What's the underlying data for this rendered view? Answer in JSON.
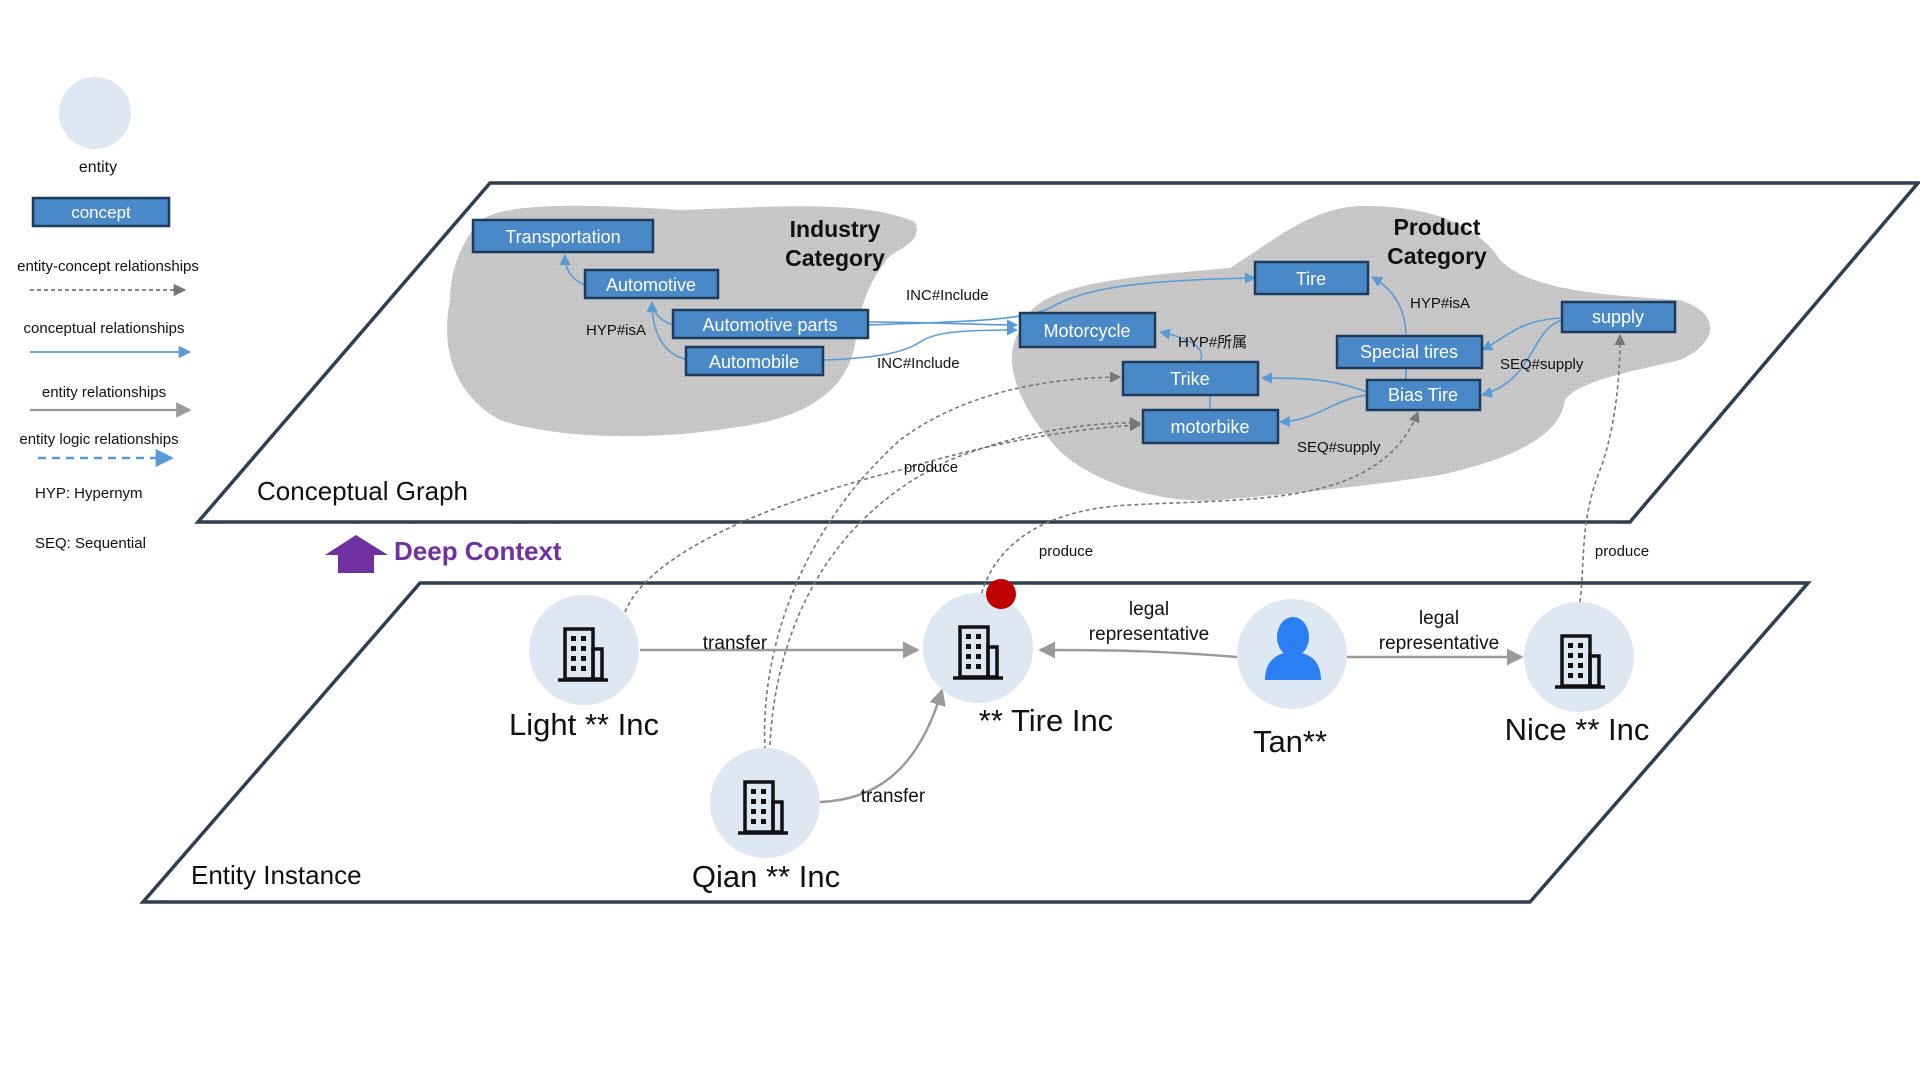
{
  "legend": {
    "entity": "entity",
    "concept": "concept",
    "entity_concept": "entity-concept relationships",
    "conceptual": "conceptual relationships",
    "entity_rel": "entity relationships",
    "entity_logic": "entity logic relationships",
    "hyp": "HYP: Hypernym",
    "seq": "SEQ: Sequential"
  },
  "planes": {
    "conceptual": "Conceptual Graph",
    "entity": "Entity Instance"
  },
  "deep_context": "Deep Context",
  "clusters": {
    "industry": [
      "Industry",
      "Category"
    ],
    "product": [
      "Product",
      "Category"
    ]
  },
  "concepts": {
    "transportation": "Transportation",
    "automotive": "Automotive",
    "automotive_parts": "Automotive parts",
    "automobile": "Automobile",
    "motorcycle": "Motorcycle",
    "tire": "Tire",
    "trike": "Trike",
    "motorbike": "motorbike",
    "special_tires": "Special tires",
    "bias_tire": "Bias Tire",
    "supply": "supply"
  },
  "concept_edge_labels": {
    "hyp_isa_left": "HYP#isA",
    "inc_include_top": "INC#Include",
    "inc_include_bottom": "INC#Include",
    "hyp_isa_right": "HYP#isA",
    "hyp_belongs": "HYP#所属",
    "seq_supply_right": "SEQ#supply",
    "seq_supply_bottom": "SEQ#supply"
  },
  "entities": {
    "light": "Light ** Inc",
    "tire_inc": "** Tire Inc",
    "tan": "Tan**",
    "nice": "Nice ** Inc",
    "qian": "Qian ** Inc"
  },
  "entity_edge_labels": {
    "transfer_top": "transfer",
    "transfer_bottom": "transfer",
    "legal_left": [
      "legal",
      "representative"
    ],
    "legal_right": [
      "legal",
      "representative"
    ],
    "produce_left": "produce",
    "produce_mid": "produce",
    "produce_right": "produce"
  },
  "colors": {
    "concept_fill": "#4a89c8",
    "concept_border": "#1f3b5c",
    "entity_circle": "#dde8f3",
    "plane_border": "#2f3f52",
    "cloud": "#c9c9c9",
    "concept_edge": "#5b9bd5",
    "entity_edge": "#9a9a9a",
    "dashed_edge": "#777777",
    "deep_context": "#7030a0",
    "red_dot": "#c00000",
    "person_icon": "#2a7ff2"
  },
  "icons": {
    "company": "building-icon",
    "person": "person-icon",
    "deep_context": "up-arrow-icon"
  }
}
